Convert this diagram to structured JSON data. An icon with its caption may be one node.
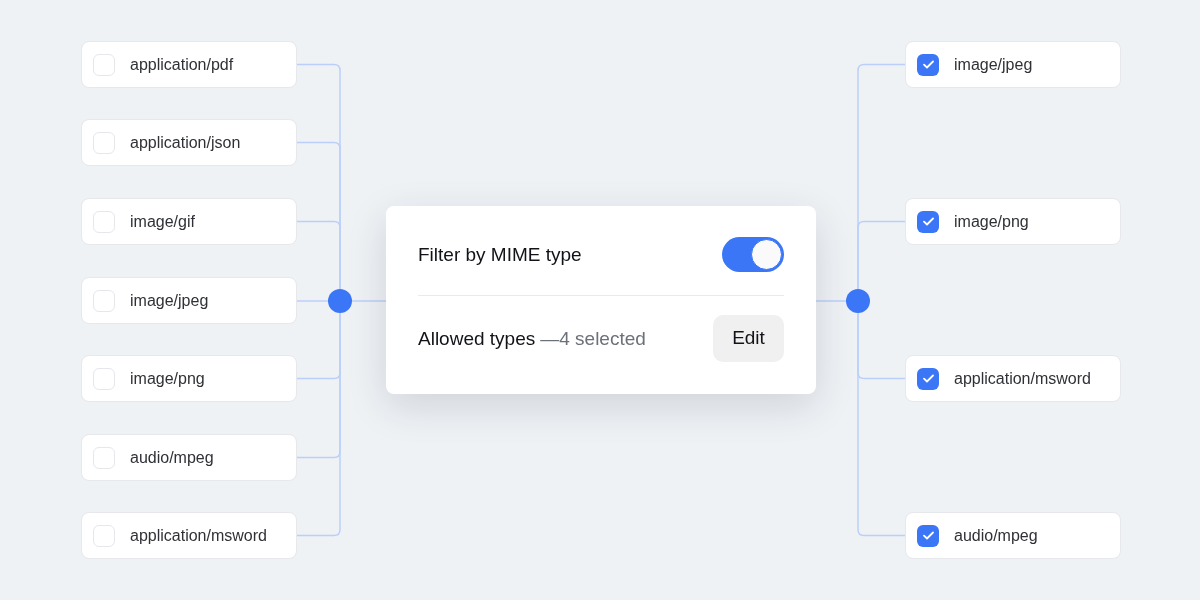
{
  "diagram": {
    "nodes": [
      {
        "text": [
          "application/pdf"
        ]
      },
      {
        "text": [
          "application/json"
        ]
      },
      {
        "text": [
          "image/gif"
        ]
      },
      {
        "text": [
          "image/jpeg"
        ]
      },
      {
        "text": [
          "image/png"
        ]
      },
      {
        "text": [
          "audio/mpeg"
        ]
      },
      {
        "text": [
          "application/msword"
        ]
      },
      {
        "text": [],
        "shape": "circle"
      },
      {
        "text": [
          "Filter by MIME type",
          "Allowed types",
          "—4 selected",
          "Edit"
        ]
      },
      {
        "text": [],
        "shape": "circle"
      },
      {
        "text": [
          "image/jpeg"
        ]
      },
      {
        "text": [
          "image/png"
        ]
      },
      {
        "text": [
          "application/msword"
        ]
      },
      {
        "text": [
          "audio/mpeg"
        ]
      }
    ],
    "edges": [
      {
        "from": 0,
        "to": 7,
        "arrow": "none"
      },
      {
        "from": 1,
        "to": 7,
        "arrow": "none"
      },
      {
        "from": 2,
        "to": 7,
        "arrow": "none"
      },
      {
        "from": 3,
        "to": 7,
        "arrow": "none"
      },
      {
        "from": 4,
        "to": 7,
        "arrow": "none"
      },
      {
        "from": 5,
        "to": 7,
        "arrow": "none"
      },
      {
        "from": 6,
        "to": 7,
        "arrow": "none"
      },
      {
        "from": 7,
        "to": 8,
        "arrow": "none"
      },
      {
        "from": 8,
        "to": 9,
        "arrow": "none"
      },
      {
        "from": 9,
        "to": 10,
        "arrow": "none"
      },
      {
        "from": 9,
        "to": 11,
        "arrow": "none"
      },
      {
        "from": 9,
        "to": 12,
        "arrow": "none"
      },
      {
        "from": 9,
        "to": 13,
        "arrow": "none"
      }
    ]
  }
}
